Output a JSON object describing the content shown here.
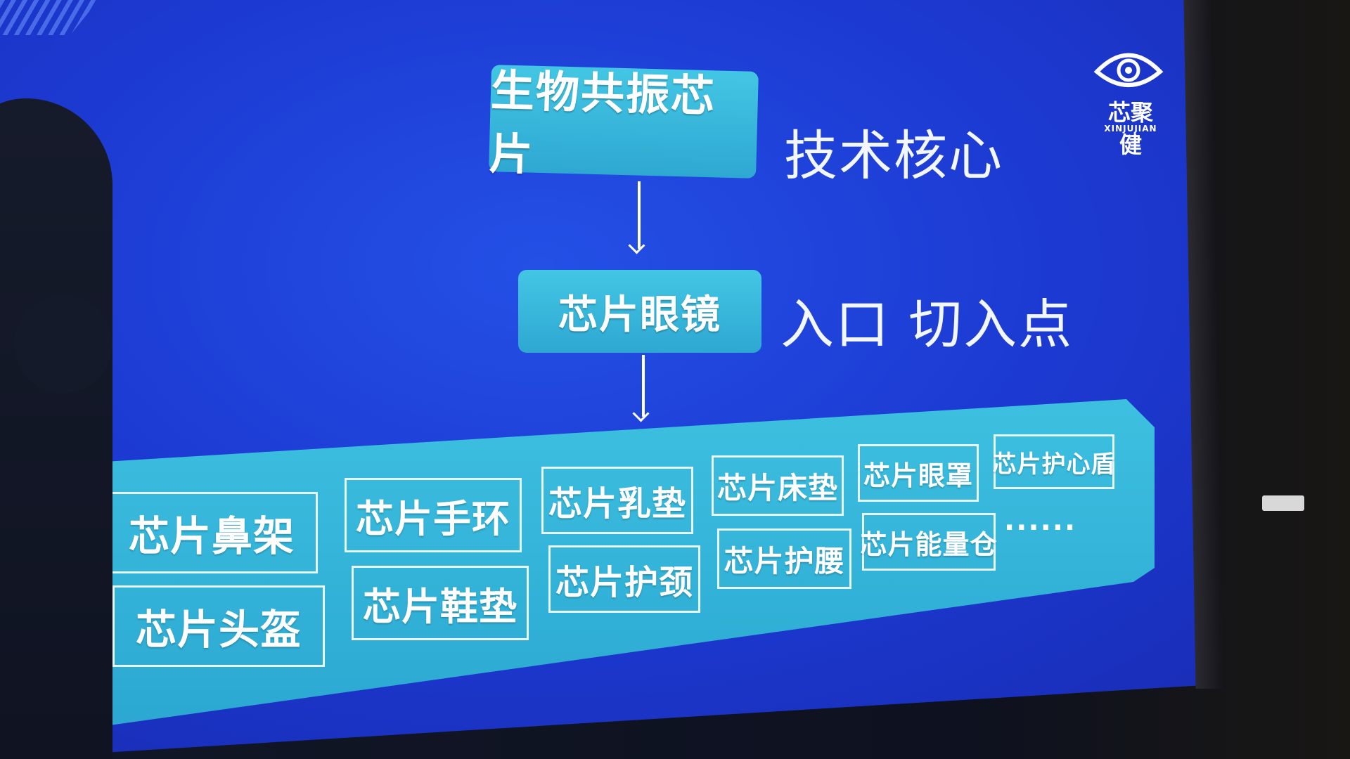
{
  "diagram": {
    "core_box": "生物共振芯片",
    "core_label": "技术核心",
    "glasses_box": "芯片眼镜",
    "entry_label": "入口  切入点",
    "products": [
      "芯片鼻架",
      "芯片手环",
      "芯片乳垫",
      "芯片床垫",
      "芯片眼罩",
      "芯片护心盾",
      "芯片头盔",
      "芯片鞋垫",
      "芯片护颈",
      "芯片护腰",
      "芯片能量仓"
    ],
    "more": "······"
  },
  "logo": {
    "name": "芯聚健",
    "pinyin": "XINJUJIAN"
  },
  "colors": {
    "background": "#1c3ad2",
    "box": "#3dc0e0",
    "text": "#ffffff"
  }
}
